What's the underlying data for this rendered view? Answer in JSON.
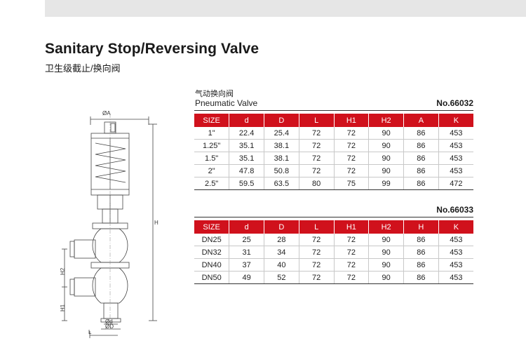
{
  "header": {
    "title": "Sanitary Stop/Reversing Valve",
    "subtitle": "卫生级截止/换向阀"
  },
  "drawing": {
    "labels": {
      "dia_a": "ØA",
      "h": "H",
      "h1": "H1",
      "h2": "H2",
      "d_small": "Ød",
      "d_big": "ØD",
      "l": "L"
    }
  },
  "section1": {
    "label_cn": "气动换向阀",
    "label_en": "Pneumatic Valve",
    "model": "No.66032",
    "headers": [
      "SIZE",
      "d",
      "D",
      "L",
      "H1",
      "H2",
      "A",
      "K"
    ],
    "rows": [
      [
        "1\"",
        "22.4",
        "25.4",
        "72",
        "72",
        "90",
        "86",
        "453"
      ],
      [
        "1.25\"",
        "35.1",
        "38.1",
        "72",
        "72",
        "90",
        "86",
        "453"
      ],
      [
        "1.5\"",
        "35.1",
        "38.1",
        "72",
        "72",
        "90",
        "86",
        "453"
      ],
      [
        "2\"",
        "47.8",
        "50.8",
        "72",
        "72",
        "90",
        "86",
        "453"
      ],
      [
        "2.5\"",
        "59.5",
        "63.5",
        "80",
        "75",
        "99",
        "86",
        "472"
      ]
    ]
  },
  "section2": {
    "model": "No.66033",
    "headers": [
      "SIZE",
      "d",
      "D",
      "L",
      "H1",
      "H2",
      "H",
      "K"
    ],
    "rows": [
      [
        "DN25",
        "25",
        "28",
        "72",
        "72",
        "90",
        "86",
        "453"
      ],
      [
        "DN32",
        "31",
        "34",
        "72",
        "72",
        "90",
        "86",
        "453"
      ],
      [
        "DN40",
        "37",
        "40",
        "72",
        "72",
        "90",
        "86",
        "453"
      ],
      [
        "DN50",
        "49",
        "52",
        "72",
        "72",
        "90",
        "86",
        "453"
      ]
    ]
  },
  "colors": {
    "header_red": "#d0111c",
    "topbar_gray": "#e6e6e6"
  }
}
